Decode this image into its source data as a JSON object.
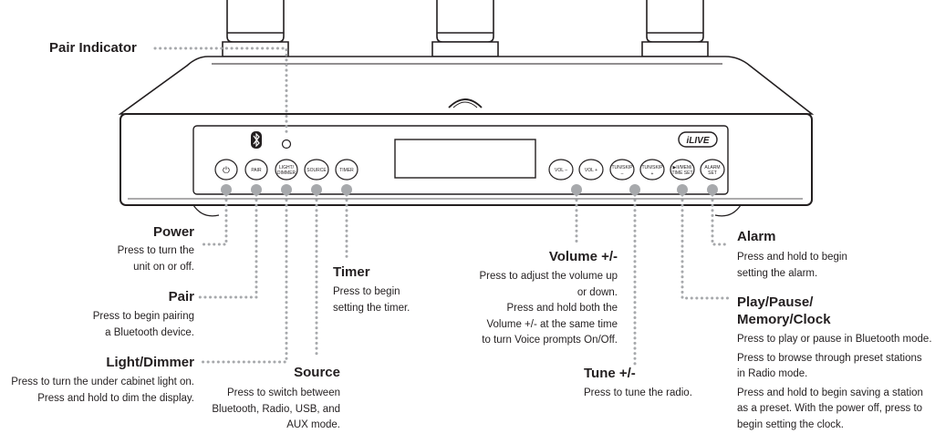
{
  "device": {
    "logo_text": "iLIVE",
    "buttons": {
      "power_symbol": "⏻",
      "pair": "PAIR",
      "light_dimmer_1": "LIGHT/",
      "light_dimmer_2": "DIMMER",
      "source": "SOURCE",
      "timer": "TIMER",
      "vol_minus": "VOL –",
      "vol_plus": "VOL +",
      "tun_skip_minus_1": "TUN/SKIP",
      "tun_skip_minus_2": "–",
      "tun_skip_plus_1": "TUN/SKIP",
      "tun_skip_plus_2": "+",
      "play_mem_1": "▶II/MEM/",
      "play_mem_2": "TIME SET",
      "alarm_1": "ALARM",
      "alarm_2": "SET"
    }
  },
  "callouts": {
    "pair_indicator": {
      "title": "Pair Indicator"
    },
    "power": {
      "title": "Power",
      "lines": [
        "Press to turn the",
        "unit on or off."
      ]
    },
    "pair": {
      "title": "Pair",
      "lines": [
        "Press to begin pairing",
        "a Bluetooth device."
      ]
    },
    "light_dimmer": {
      "title": "Light/Dimmer",
      "lines": [
        "Press to turn the under cabinet light on.",
        "Press and hold to dim the display."
      ]
    },
    "source": {
      "title": "Source",
      "lines": [
        "Press to switch between",
        "Bluetooth, Radio, USB, and",
        "AUX mode."
      ]
    },
    "timer": {
      "title": "Timer",
      "lines": [
        "Press to begin",
        "setting the timer."
      ]
    },
    "volume": {
      "title": "Volume +/-",
      "lines": [
        "Press to adjust the volume up",
        "or down.",
        "Press and hold both the",
        "Volume +/- at the same time",
        "to turn Voice prompts On/Off."
      ]
    },
    "tune": {
      "title": "Tune +/-",
      "lines": [
        "Press to tune the radio."
      ]
    },
    "alarm": {
      "title": "Alarm",
      "lines": [
        "Press and hold to begin",
        "setting the alarm."
      ]
    },
    "play_pause": {
      "title_1": "Play/Pause/",
      "title_2": "Memory/Clock",
      "lines": [
        "Press to play or pause in Bluetooth mode.",
        "Press to browse through preset stations",
        "in Radio mode.",
        "Press and hold to begin saving a station",
        "as a preset. With the power off, press to",
        "begin setting the clock."
      ]
    }
  }
}
